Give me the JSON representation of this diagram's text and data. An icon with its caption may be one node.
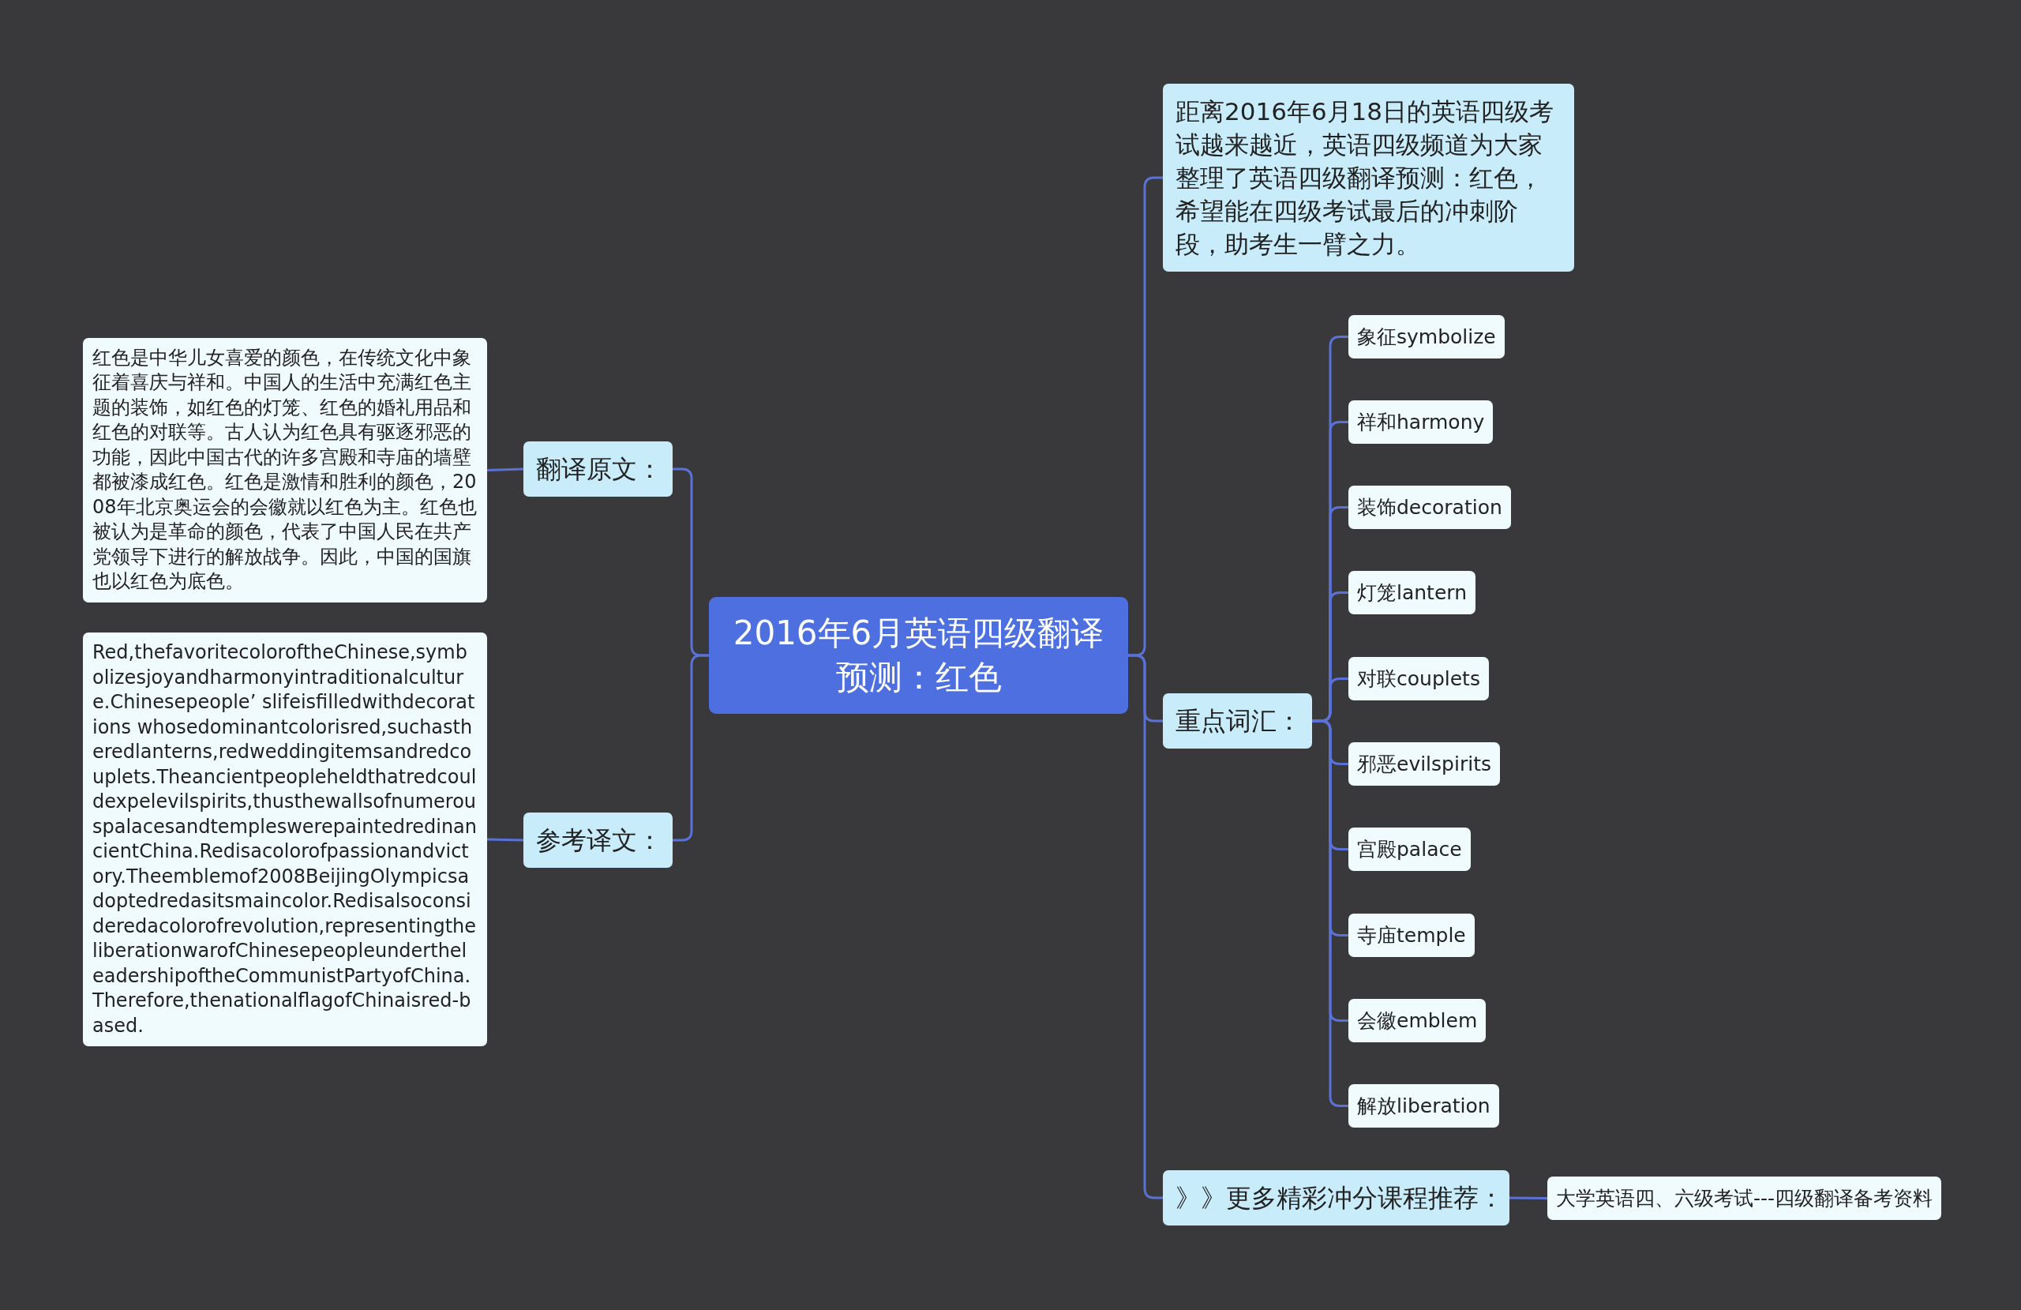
{
  "diagram": {
    "nodes": [
      {
        "text": [
          "2016年6月英语四级翻译预测：红色"
        ]
      },
      {
        "text": [
          "翻译原文："
        ]
      },
      {
        "text": [
          "红色是中华儿女喜爱的颜色，在传统文化中象征着喜庆与祥和。中国人的生活中充满红色主题的装饰，如红色的灯笼、红色的婚礼用品和红色的对联等。古人认为红色具有驱逐邪恶的功能，因此中国古代的许多宫殿和寺庙的墙壁都被漆成红色。红色是激情和胜利的颜色，2008年北京奥运会的会徽就以红色为主。红色也被认为是革命的颜色，代表了中国人民在共产党领导下进行的解放战争。因此，中国的国旗也以红色为底色。"
        ]
      },
      {
        "text": [
          "参考译文："
        ]
      },
      {
        "text": [
          "Red,thefavoritecoloroftheChinese,symbolizesjoyandharmonyintraditionalculture.Chinesepeople’ slifeisfilledwithdecorations whosedominantcolorisred,suchastheredlanterns,redweddingitemsandredcouplets.Theancientpeopleheldthatredcouldexpelevilspirits,thusthewallsofnumerouspalacesandtempleswerepaintedredinancientChina.Redisacolorofpassionandvictory.Theemblemof2008BeijingOlympicsadoptedredasitsmaincolor.Redisalsoconsideredacolorofrevolution,representingtheliberationwarofChinesepeopleundertheleadershipoftheCommunistPartyofChina.Therefore,thenationalflagofChinaisred-based."
        ]
      },
      {
        "text": [
          "距离2016年6月18日的英语四级考试越来越近，英语四级频道为大家整理了英语四级翻译预测：红色，希望能在四级考试最后的冲刺阶段，助考生一臂之力。"
        ]
      },
      {
        "text": [
          "重点词汇："
        ]
      },
      {
        "text": [
          "象征symbolize"
        ]
      },
      {
        "text": [
          "祥和harmony"
        ]
      },
      {
        "text": [
          "装饰decoration"
        ]
      },
      {
        "text": [
          "灯笼lantern"
        ]
      },
      {
        "text": [
          "对联couplets"
        ]
      },
      {
        "text": [
          "邪恶evilspirits"
        ]
      },
      {
        "text": [
          "宫殿palace"
        ]
      },
      {
        "text": [
          "寺庙temple"
        ]
      },
      {
        "text": [
          "会徽emblem"
        ]
      },
      {
        "text": [
          "解放liberation"
        ]
      },
      {
        "text": [
          "》》更多精彩冲分课程推荐："
        ]
      },
      {
        "text": [
          "大学英语四、六级考试---四级翻译备考资料"
        ]
      }
    ],
    "edges": [
      {
        "from": 0,
        "to": 1,
        "arrow": "none"
      },
      {
        "from": 1,
        "to": 2,
        "arrow": "none"
      },
      {
        "from": 0,
        "to": 3,
        "arrow": "none"
      },
      {
        "from": 3,
        "to": 4,
        "arrow": "none"
      },
      {
        "from": 0,
        "to": 5,
        "arrow": "none"
      },
      {
        "from": 0,
        "to": 6,
        "arrow": "none"
      },
      {
        "from": 6,
        "to": 7,
        "arrow": "none"
      },
      {
        "from": 6,
        "to": 8,
        "arrow": "none"
      },
      {
        "from": 6,
        "to": 9,
        "arrow": "none"
      },
      {
        "from": 6,
        "to": 10,
        "arrow": "none"
      },
      {
        "from": 6,
        "to": 11,
        "arrow": "none"
      },
      {
        "from": 6,
        "to": 12,
        "arrow": "none"
      },
      {
        "from": 6,
        "to": 13,
        "arrow": "none"
      },
      {
        "from": 6,
        "to": 14,
        "arrow": "none"
      },
      {
        "from": 6,
        "to": 15,
        "arrow": "none"
      },
      {
        "from": 6,
        "to": 16,
        "arrow": "none"
      },
      {
        "from": 0,
        "to": 17,
        "arrow": "none"
      },
      {
        "from": 17,
        "to": 18,
        "arrow": "none"
      }
    ]
  }
}
